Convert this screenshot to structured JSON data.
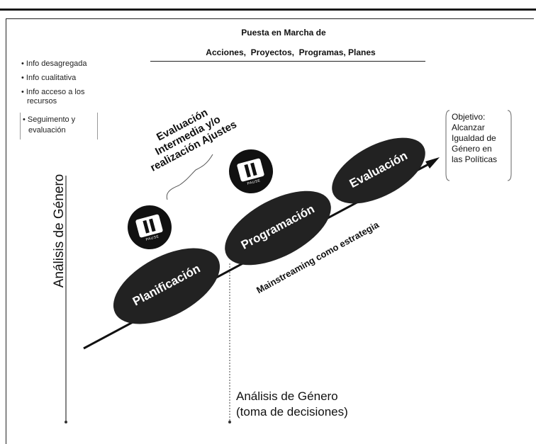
{
  "header": {
    "title": "Puesta en Marcha de",
    "subtitle": "Acciones,  Proyectos,  Programas, Planes"
  },
  "info_list": {
    "items": [
      "• Info desagregada",
      "• Info cualitativa",
      "• Info acceso a los",
      "recursos",
      "• Seguimento y",
      "evaluación"
    ]
  },
  "vertical_axis_label": "Análisis de Género",
  "review": {
    "line1": "Evaluación",
    "line2": "Intermedia y/o",
    "line3": "realización Ajustes"
  },
  "stages": [
    {
      "label": "Planificación"
    },
    {
      "label": "Programación"
    },
    {
      "label": "Evaluación"
    }
  ],
  "strategy_label": "Mainstreaming como estrategia",
  "objective": {
    "line1": "Objetivo:",
    "line2": "Alcanzar",
    "line3": "Igualdad de",
    "line4": "Género en",
    "line5": "las Políticas"
  },
  "decision": {
    "line1": "Análisis de Género",
    "line2": "(toma de decisiones)"
  },
  "badge_text": "PAUSE"
}
